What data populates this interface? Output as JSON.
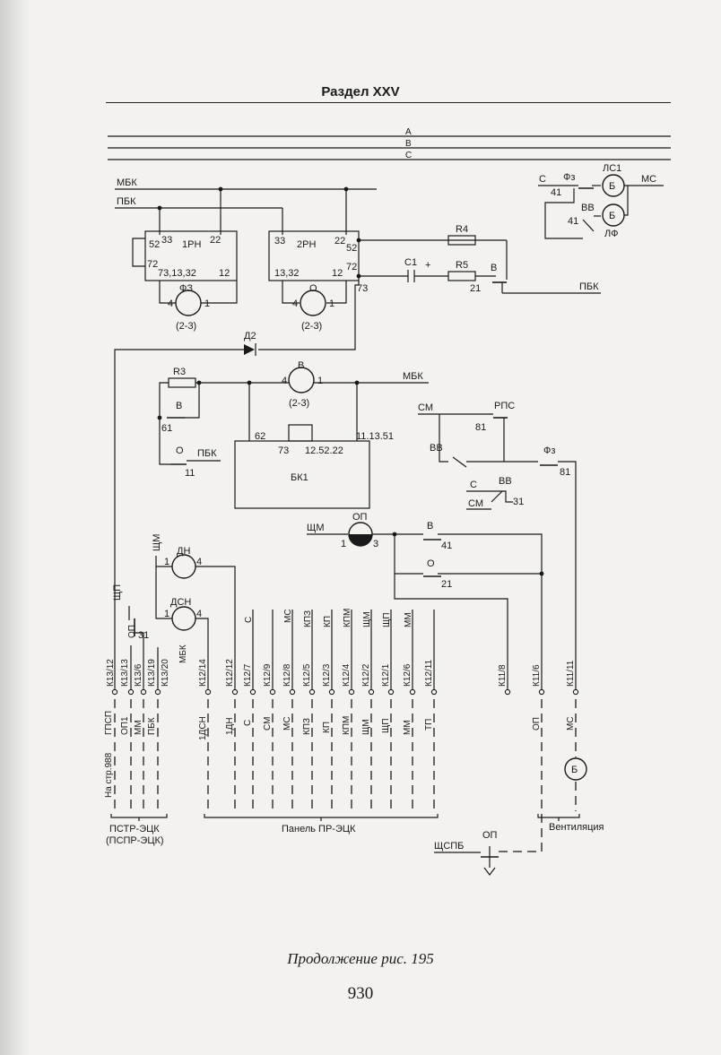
{
  "header": {
    "section_title": "Раздел XXV"
  },
  "bus": {
    "a": "А",
    "b": "В",
    "c": "С"
  },
  "wires": {
    "mbk": "МБК",
    "pbk": "ПБК",
    "sm": "СМ",
    "shm": "ЩМ",
    "shp": "ЩП",
    "c": "С",
    "ms": "МС",
    "shspb": "ЩСПБ"
  },
  "relays": {
    "rn1": {
      "name": "1РН",
      "t33": "33",
      "t22": "22",
      "t52": "52",
      "t72": "72",
      "t7313": "73,13,32",
      "t12": "12"
    },
    "rn2": {
      "name": "2РН",
      "t33": "33",
      "t22": "22",
      "t52": "52",
      "t1332": "13,32",
      "t12": "12",
      "t72": "72",
      "t73": "73"
    },
    "bk1": {
      "name": "БК1",
      "t62": "62",
      "t73": "73",
      "t125222": "12.52.22",
      "t111351": "11.13.51"
    }
  },
  "coils": {
    "fz": {
      "name": "ФЗ",
      "n1": "4",
      "n2": "1",
      "sub": "(2-3)"
    },
    "o": {
      "name": "О",
      "n1": "4",
      "n2": "1",
      "sub": "(2-3)"
    },
    "v": {
      "name": "В",
      "n1": "4",
      "n2": "1",
      "sub": "(2-3)"
    },
    "dn": {
      "name": "ДН",
      "n1": "1",
      "n2": "4"
    },
    "dsn": {
      "name": "ДСН",
      "n1": "1",
      "n2": "4"
    },
    "op": {
      "name": "ОП",
      "n1": "1",
      "n2": "3"
    }
  },
  "motors": {
    "ls1": "ЛС1",
    "b": "Б",
    "lf": "ЛФ"
  },
  "components": {
    "d2": "Д2",
    "r3": "R3",
    "r4": "R4",
    "r5": "R5",
    "c1": "C1",
    "plus": "+"
  },
  "contacts": {
    "fz": "Фз",
    "vv": "ВВ",
    "v": "В",
    "o": "О",
    "rps": "РПС",
    "n41": "41",
    "n41b": "41",
    "n61": "61",
    "n11": "11",
    "n21": "21",
    "n21b": "21",
    "n81": "81",
    "n81b": "81",
    "n31": "31",
    "n31b": "31",
    "n41c": "41"
  },
  "terminals": {
    "upper": [
      "К13/12",
      "К13/13",
      "К13/6",
      "К13/19",
      "К13/20",
      "К12/14",
      "К12/12",
      "К12/7",
      "К12/9",
      "К12/8",
      "К12/5",
      "К12/3",
      "К12/4",
      "К12/2",
      "К12/1",
      "К12/6",
      "К12/11",
      "К11/8",
      "К11/6",
      "К11/11"
    ],
    "upper_wires": [
      "ОП",
      "ЩП",
      "МБК",
      "С",
      "МС",
      "КПЗ",
      "КП",
      "КПМ",
      "ЩМ",
      "ЩП",
      "ММ"
    ],
    "lower": [
      "ГПСП",
      "ОП1",
      "ММ",
      "ПБК",
      "1ДСН",
      "1ДН",
      "С",
      "СМ",
      "МС",
      "КПЗ",
      "КП",
      "КПМ",
      "ЩМ",
      "ЩП",
      "ММ",
      "ТП",
      "ОП",
      "МС"
    ],
    "na_str": "На стр.988"
  },
  "groups": {
    "pstr": "ПСТР-ЭЦК",
    "pspr": "(ПСПР-ЭЦК)",
    "panel": "Панель ПР-ЭЦК",
    "vent": "Вентиляция",
    "op2": "ОП"
  },
  "caption": "Продолжение рис. 195",
  "page_number": "930"
}
